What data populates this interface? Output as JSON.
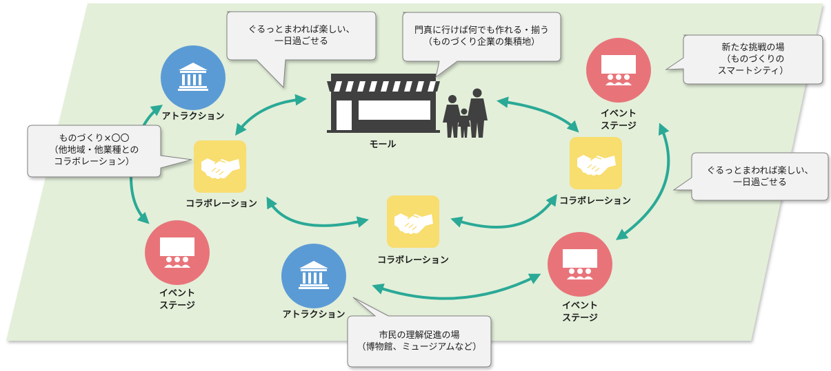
{
  "nodes": {
    "attraction_top": {
      "label": "アトラクション"
    },
    "attraction_bottom": {
      "label": "アトラクション"
    },
    "mall": {
      "label": "モール"
    },
    "collab_left": {
      "label": "コラボレーション"
    },
    "collab_center": {
      "label": "コラボレーション"
    },
    "collab_right": {
      "label": "コラボレーション"
    },
    "event_left": {
      "line1": "イベント",
      "line2": "ステージ"
    },
    "event_top_right": {
      "line1": "イベント",
      "line2": "ステージ"
    },
    "event_bottom_right": {
      "line1": "イベント",
      "line2": "ステージ"
    }
  },
  "callouts": {
    "fun_top": {
      "line1": "ぐるっとまわれば楽しい、",
      "line2": "一日過ごせる"
    },
    "monozukuri_hub": {
      "line1": "門真に行けば何でも作れる・揃う",
      "line2": "（ものづくり企業の集積地）"
    },
    "new_challenge": {
      "line1": "新たな挑戦の場",
      "line2": "（ものづくりの",
      "line3": "スマートシティ）"
    },
    "collab_x": {
      "line1": "ものづくり×〇〇",
      "line2": "（他地域・他業種との",
      "line3": "コラボレーション）"
    },
    "fun_right": {
      "line1": "ぐるっとまわれば楽しい、",
      "line2": "一日過ごせる"
    },
    "citizen": {
      "line1": "市民の理解促進の場",
      "line2": "（博物館、ミュージアムなど）"
    }
  },
  "colors": {
    "background": "#e3efd9",
    "attraction": "#5b9bd5",
    "event": "#e8747a",
    "collab": "#f8dd6f",
    "arrow": "#2aa996",
    "callout_fill": "#f2f2f2",
    "callout_stroke": "#7f7f7f"
  },
  "icons": {
    "attraction": "museum-building-icon",
    "event": "audience-screen-icon",
    "collab": "handshake-icon",
    "mall": "storefront-icon",
    "family": "family-silhouette-icon"
  }
}
